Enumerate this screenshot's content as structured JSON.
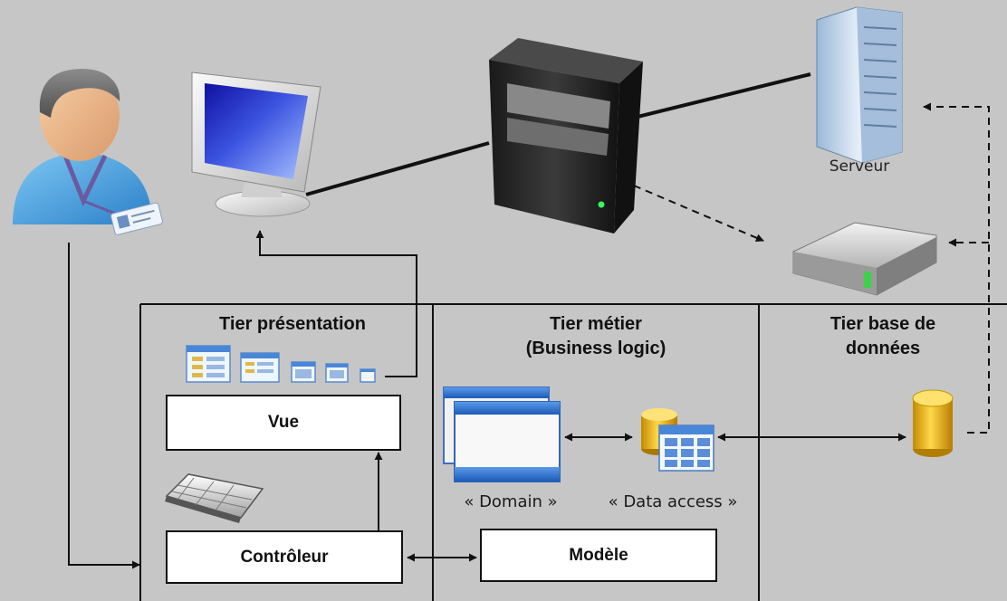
{
  "tiers": {
    "presentation": {
      "title": "Tier présentation"
    },
    "business": {
      "title_line1": "Tier métier",
      "title_line2": "(Business logic)"
    },
    "database": {
      "title_line1": "Tier base de",
      "title_line2": "données"
    }
  },
  "components": {
    "vue": "Vue",
    "controleur": "Contrôleur",
    "modele": "Modèle"
  },
  "stereotypes": {
    "domain": "« Domain »",
    "data_access": "« Data access »"
  },
  "hardware": {
    "server_label": "Serveur"
  },
  "icons": {
    "user": "user-icon",
    "monitor": "monitor-icon",
    "tower": "tower-computer-icon",
    "rack_server": "rack-server-icon",
    "hard_drive": "hard-drive-icon",
    "keyboard": "keyboard-icon",
    "forms": "form-window-icon",
    "domain_windows": "domain-windows-icon",
    "data_access": "data-access-icon",
    "database": "database-cylinder-icon"
  },
  "colors": {
    "background": "#c6c6c6",
    "line": "#111111",
    "box_fill": "#ffffff",
    "database_gold": "#e8b818",
    "window_blue": "#3a78d0"
  }
}
